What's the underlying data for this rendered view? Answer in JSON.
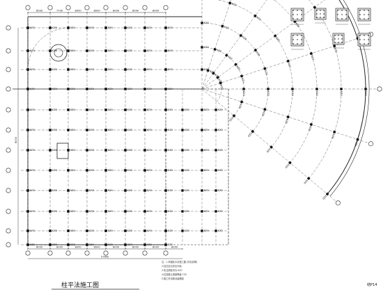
{
  "drawing": {
    "title": "柱平法施工图",
    "sheet_tag": "结P14",
    "top_dims": [
      "8000",
      "7700",
      "8000",
      "8000",
      "8000",
      "8000",
      "8000"
    ],
    "bottom_dims": [
      "8000",
      "8000",
      "8000",
      "8000",
      "8000",
      "8000",
      "8000",
      "8000"
    ],
    "bottom_total": "57600",
    "left_dim": "8000",
    "column_tag": "KZ0",
    "notes": [
      "注：1.本图柱平法施工图 (详见说明)",
      "2.柱位定位详见平面",
      "3.未注明柱均为 KZ0",
      "4.柱混凝土强度等级 C35",
      "5.施工时请核对建筑图"
    ]
  },
  "colors": {
    "line": "#222222",
    "grid": "#555555",
    "column": "#111111",
    "background": "#ffffff"
  }
}
